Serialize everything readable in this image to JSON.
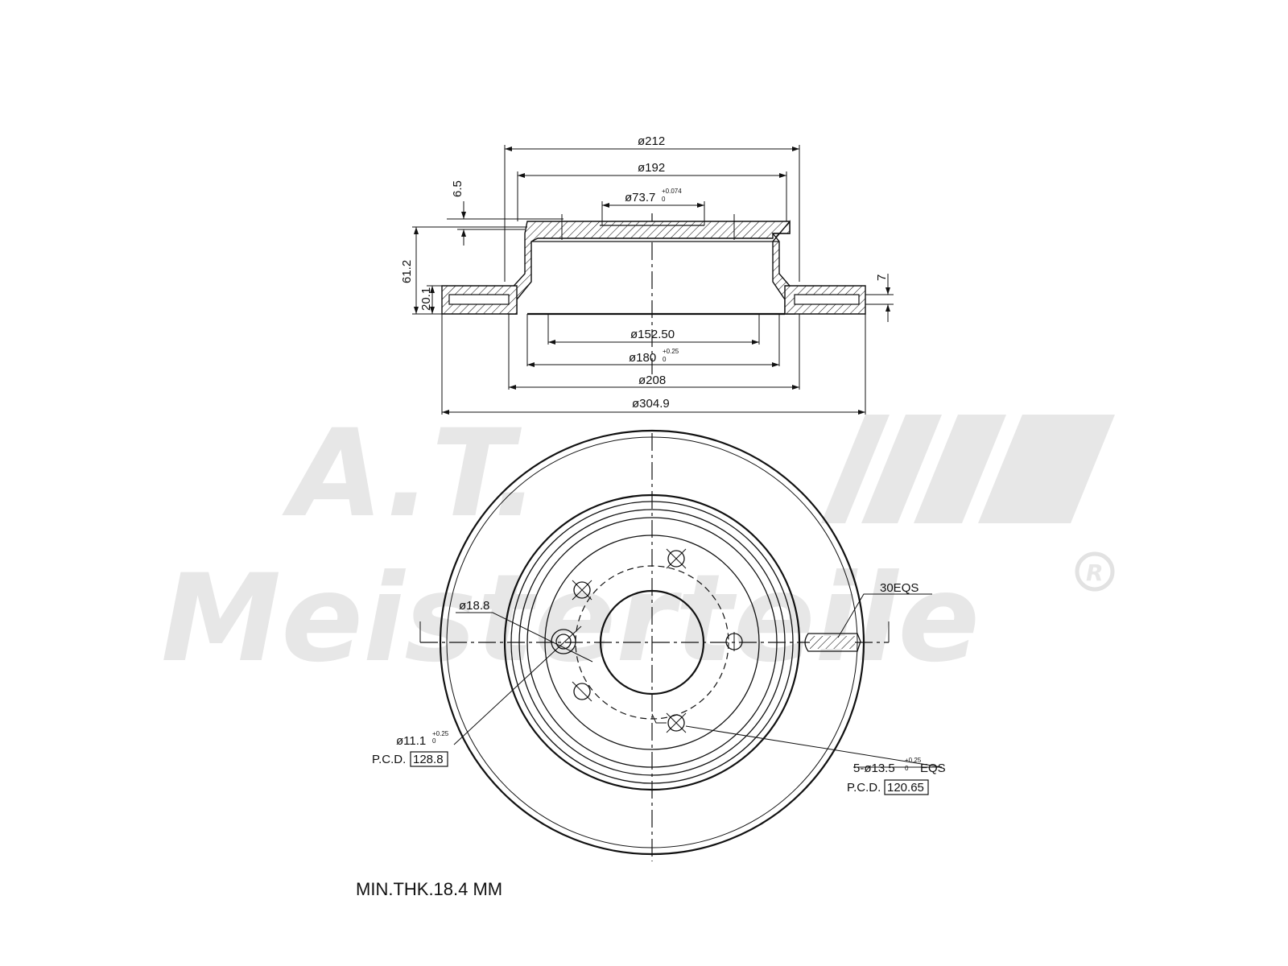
{
  "watermark": {
    "brand_top": "A.T.",
    "brand_bottom": "Meisterteile",
    "registered": "R"
  },
  "section_view": {
    "dia_212": "ø212",
    "dia_192": "ø192",
    "dia_73_7": "ø73.7",
    "tol_73_7_upper": "+0.074",
    "tol_73_7_lower": "0",
    "height_6_5": "6.5",
    "height_61_2": "61.2",
    "height_20_1": "20.1",
    "thick_7": "7",
    "dia_152_5": "ø152.50",
    "dia_180": "ø180",
    "tol_180_upper": "+0.25",
    "tol_180_lower": "0",
    "dia_208": "ø208",
    "dia_304_9": "ø304.9"
  },
  "front_view": {
    "vent_label": "30EQS",
    "dia_18_8": "ø18.8",
    "hole_11_1": "ø11.1",
    "tol_11_1_upper": "+0.25",
    "tol_11_1_lower": "0",
    "pcd_prefix_left": "P.C.D.",
    "pcd_left_value": "128.8",
    "bolt_holes": "5-ø13.5",
    "tol_13_5_upper": "+0.25",
    "tol_13_5_lower": "0",
    "bolt_holes_suffix": "EQS",
    "pcd_prefix_right": "P.C.D.",
    "pcd_right_value": "120.65"
  },
  "min_thickness": "MIN.THK.18.4 MM"
}
